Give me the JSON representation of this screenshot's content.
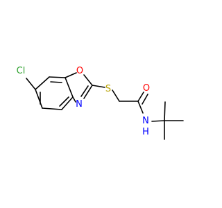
{
  "atoms": {
    "chlorine": {
      "symbol": "Cl",
      "color": "#2ca02c"
    },
    "ring_oxygen": {
      "symbol": "O",
      "color": "#ff0000"
    },
    "ring_nitrogen": {
      "symbol": "N",
      "color": "#0000ff"
    },
    "sulfur": {
      "symbol": "S",
      "color": "#b8a200"
    },
    "carbonyl_oxygen": {
      "symbol": "O",
      "color": "#ff0000"
    },
    "amide_nitrogen": {
      "symbol": "N",
      "color": "#0000ff"
    },
    "amide_hydrogen": {
      "symbol": "H",
      "color": "#0000ff"
    }
  },
  "bond_color": "#000000"
}
